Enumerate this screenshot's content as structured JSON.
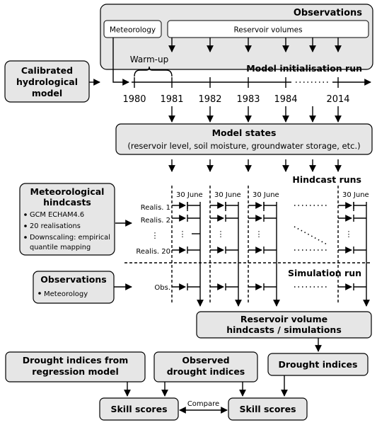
{
  "observations_box": {
    "title": "Observations",
    "meteorology_label": "Meteorology",
    "reservoir_label": "Reservoir volumes"
  },
  "model_box": {
    "line1": "Calibrated",
    "line2": "hydrological",
    "line3": "model"
  },
  "warmup_label": "Warm-up",
  "init_run_label": "Model initialisation run",
  "years": [
    "1980",
    "1981",
    "1982",
    "1983",
    "1984",
    "2014"
  ],
  "states_box": {
    "title": "Model states",
    "subtitle": "(reservoir level, soil moisture, groundwater storage, etc.)"
  },
  "hindcast_runs_label": "Hindcast runs",
  "met_hindcasts_box": {
    "line1": "Meteorological",
    "line2": "hindcasts",
    "bullets": [
      "GCM ECHAM4.6",
      "20 realisations",
      "Downscaling: empirical",
      "quantile mapping"
    ]
  },
  "june_label": "30 June",
  "realisations": {
    "r1": "Realis. 1",
    "r2": "Realis. 2",
    "r20": "Realis. 20"
  },
  "simulation_run_label": "Simulation run",
  "obs_box": {
    "title": "Observations",
    "bullet": "Meteorology"
  },
  "obs_label": "Obs.",
  "reservoir_hindcasts_box": {
    "line1": "Reservoir volume",
    "line2": "hindcasts / simulations"
  },
  "drought_regression_box": {
    "line1": "Drought indices from",
    "line2": "regression model"
  },
  "observed_drought_box": {
    "line1": "Observed",
    "line2": "drought indices"
  },
  "drought_indices_box": {
    "label": "Drought indices"
  },
  "skill_left": "Skill scores",
  "skill_right": "Skill scores",
  "compare_label": "Compare"
}
